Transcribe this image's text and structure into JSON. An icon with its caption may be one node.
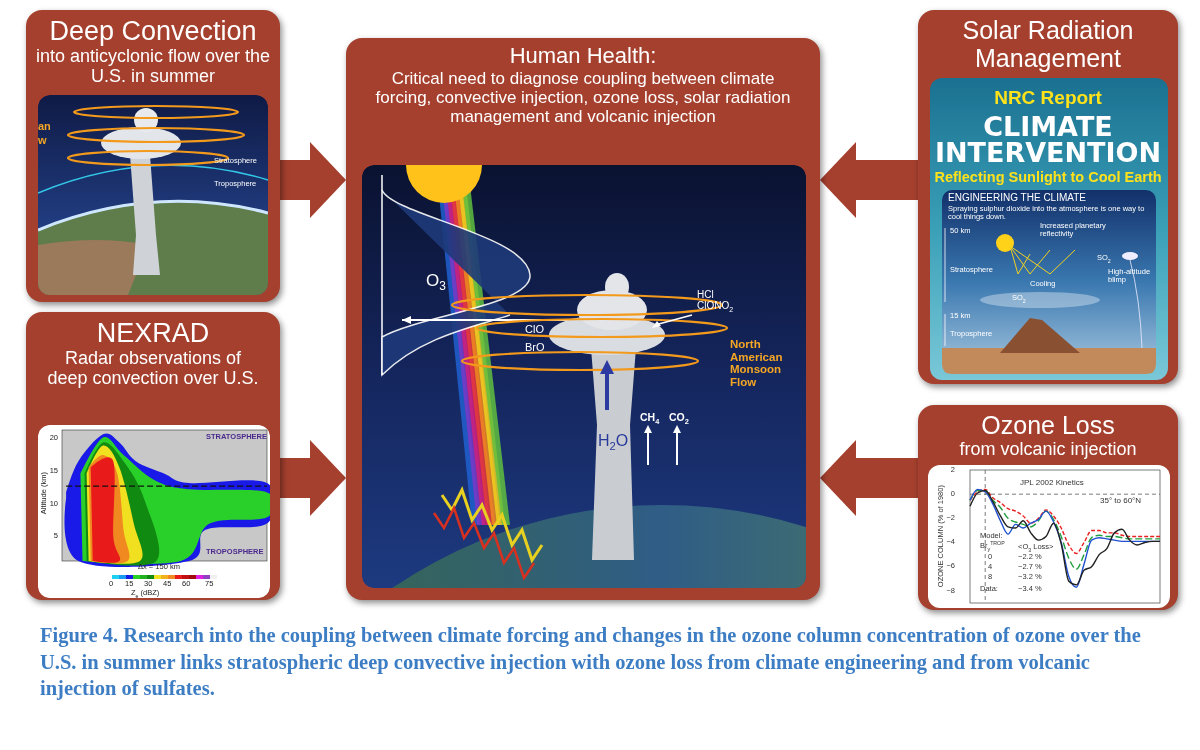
{
  "diagram": {
    "caption": "Figure 4. Research into the coupling between climate forcing and changes in the ozone column concentration of ozone over the U.S. in summer links stratospheric deep convective injection with ozone loss from climate engineering and from volcanic injection of sulfates.",
    "nodes": [
      {
        "text": [
          "Deep Convection",
          "into anticyclonic flow over the U.S. in summer"
        ]
      },
      {
        "text": [
          "Human Health:",
          "Critical need to diagnose coupling between climate forcing, convective injection, ozone loss, solar radiation management and volcanic injection"
        ]
      },
      {
        "text": [
          "Solar Radiation Management"
        ]
      },
      {
        "text": [
          "NEXRAD",
          "Radar observations of deep convection over U.S."
        ]
      },
      {
        "text": [
          "Ozone Loss",
          "from volcanic injection"
        ]
      }
    ],
    "edges": [
      {
        "from": 0,
        "to": 1,
        "arrow": "to"
      },
      {
        "from": 2,
        "to": 1,
        "arrow": "to"
      },
      {
        "from": 3,
        "to": 1,
        "arrow": "to"
      },
      {
        "from": 4,
        "to": 1,
        "arrow": "to"
      }
    ],
    "labels": [
      "an",
      "w",
      "Stratosphere",
      "Troposphere",
      "NRC Report",
      "CLIMATE INTERVENTION",
      "Reflecting Sunlight to Cool Earth",
      "ENGINEERING THE CLIMATE",
      "Spraying sulphur dioxide into the atmosphere is one way to cool things down.",
      "50 km",
      "Increased planetary reflectivity",
      "SO$_{2}$",
      "Stratosphere",
      "Cooling",
      "High-altitude blimp",
      "SO$_{2}$",
      "15 km",
      "Troposphere",
      "O$_{3}$",
      "HCl ClONO$_{2}$",
      "ClO",
      "BrO",
      "North American Monsoon Flow",
      "CH$_{4}$",
      "CO$_{2}$",
      "H$_{2}$O",
      "20",
      "15",
      "10",
      "5",
      "Altitude (km)",
      "STRATOSPHERE",
      "TROPOSPHERE",
      "Δx = 150 km",
      "0",
      "15",
      "30",
      "45",
      "60",
      "75",
      "Z$_{e}$ (dBZ)",
      "2",
      "0",
      "−2",
      "−4",
      "−6",
      "−8",
      "OZONE COLUMN (% of 1980)",
      "JPL 2002 Kinetics",
      "35° to 60°N",
      "Model:",
      "Br$_{y}$$^{TROP}$",
      "<O$_{3}$ Loss>",
      "0",
      "−2.2 %",
      "4",
      "−2.7 %",
      "8",
      "−3.2 %",
      "Data:",
      "−3.4 %"
    ]
  }
}
